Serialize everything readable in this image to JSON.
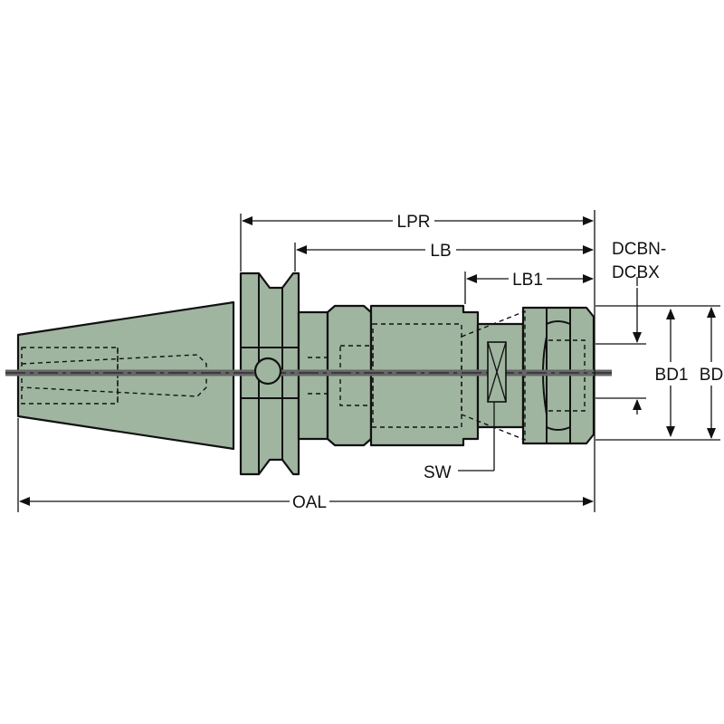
{
  "labels": {
    "lpr": "LPR",
    "lb": "LB",
    "lb1": "LB1",
    "dcbn_line1": "DCBN-",
    "dcbn_line2": "DCBX",
    "bd1": "BD1",
    "bd": "BD",
    "sw": "SW",
    "oal": "OAL"
  },
  "colors": {
    "body": "#9fb5a0",
    "centerline": "#666666",
    "outline": "#111111"
  },
  "icons": {
    "arrowhead": "arrowhead-icon"
  }
}
